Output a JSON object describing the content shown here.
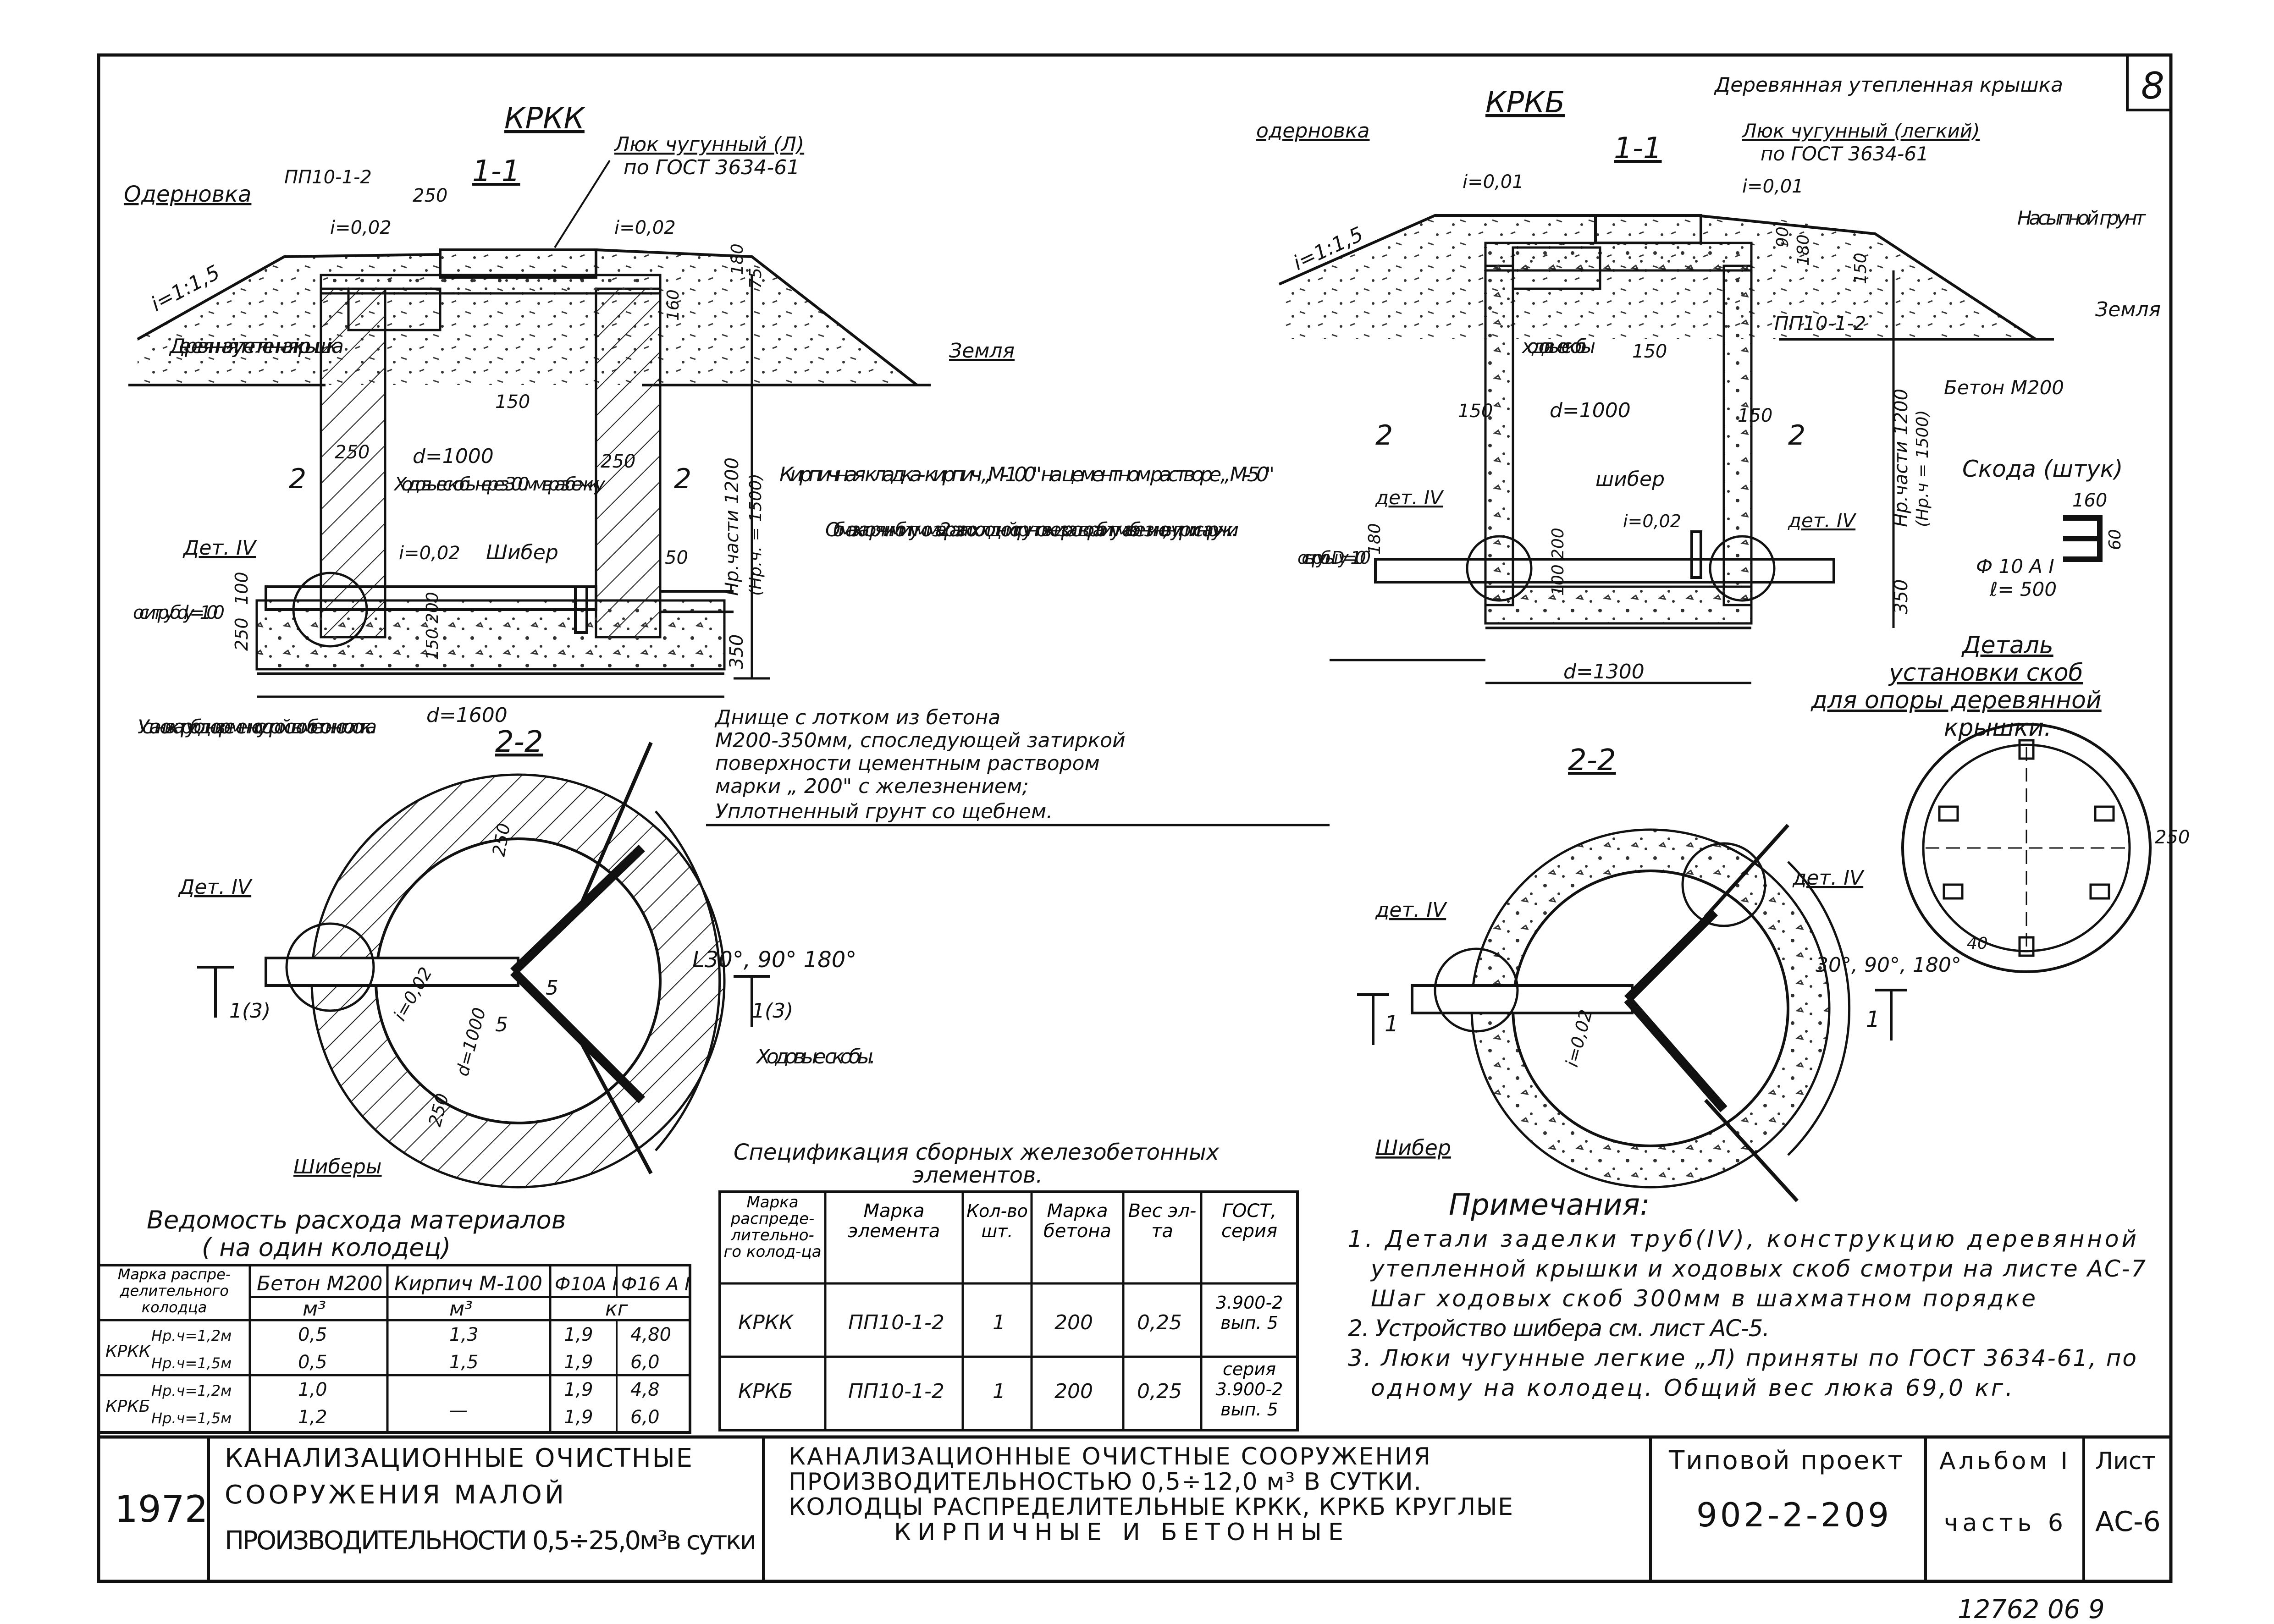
{
  "sheet_number": "8",
  "left_section": {
    "title": "КРКК",
    "cut_label": "1-1",
    "top_labels": {
      "sod": "Одерновка",
      "slope": "i=1:1,5",
      "plate": "ПП10-1-2",
      "dim_250": "250",
      "slope_left": "i=0,02",
      "slope_right": "i=0,02",
      "hatch_cover": "Люк чугунный (Л)",
      "hatch_gost": "по ГОСТ 3634-61"
    },
    "dims": {
      "d_inner": "d=1000",
      "d_outer": "d=1600",
      "wall_left": "250",
      "wall_right": "250",
      "inner_150": "150",
      "h_200": "200",
      "h_150": "150",
      "h_50": "50",
      "h_180": "180",
      "h_75": "75",
      "h_160": "160",
      "h_100": "100",
      "h_250": "250",
      "h_350": "350",
      "depth_label": "Нр.части 1200",
      "depth_label2": "(Нр.ч. = 1500)"
    },
    "labels": {
      "wood_cover": "Деревянная утепленная крышка",
      "ground": "Земля",
      "steps": "Ходовые скобы через 300мм в разбежку",
      "slope_floor": "i=0,02",
      "gate": "Шибер",
      "det4": "Дет. IV",
      "pipe_axis": "оси труб dy=100",
      "section_mark_left": "2",
      "section_mark_right": "2",
      "masonry_note": "Кирпичная кладка- кирпич „М-100\" на цементном растворе „ М-50\"",
      "bitumen_note": "Обмазка горячим битумом за 2раза по холодной огрунтовке из раствора битума в бензине, внутри и снаружи.",
      "bottom_note_1": "Днище с лотком из бетона",
      "bottom_note_2": "М200-350мм, споследующей затиркой",
      "bottom_note_3": "поверхности цементным раствором",
      "bottom_note_4": "марки „ 200\" с железнением;",
      "bottom_note_5": "Уплотненный грунт со щебнем.",
      "pipe_install": "Установка труб одновременно с устройством бетонного лотка."
    }
  },
  "left_plan": {
    "cut_label": "2-2",
    "det4": "Дет. IV",
    "angles": "L30°, 90° 180°",
    "cut_left": "1(3)",
    "cut_right": "1(3)",
    "slope": "i=0,02",
    "d_inner": "d=1000",
    "dim_250a": "250",
    "dim_250b": "250",
    "dim_5a": "5",
    "dim_5b": "5",
    "steps": "Ходовые скобы.",
    "gates": "Шиберы"
  },
  "right_section": {
    "title": "КРКБ",
    "cut_label": "1-1",
    "labels": {
      "sod": "одерновка",
      "slope": "i=1:1,5",
      "slope_left": "i=0,01",
      "slope_right": "i=0,01",
      "wood_cover": "Деревянная утепленная крышка",
      "hatch_cover": "Люк чугунный (легкий)",
      "hatch_gost": "по ГОСТ 3634-61",
      "fill_soil": "Насыпной грунт",
      "ground": "Земля",
      "concrete": "Бетон М200",
      "plate": "ПП10-1-2",
      "steps": "ходовые скобы",
      "gate": "шибер",
      "det4_left": "дет. IV",
      "det4_right": "дет. IV",
      "pipe_axis": "ось трубы Dy=100",
      "slope_floor": "i=0,02",
      "section_mark_left": "2",
      "section_mark_right": "2",
      "depth_label": "Нр.части 1200",
      "depth_label2": "(Нр.ч = 1500)"
    },
    "dims": {
      "d_inner": "d=1000",
      "d_outer": "d=1300",
      "dim_150a": "150",
      "dim_150b": "150",
      "dim_150c": "150",
      "h_180": "180",
      "h_100": "100",
      "h_200": "200",
      "h_350": "350",
      "h_150": "150",
      "h_90": "90",
      "h_180b": "180"
    }
  },
  "step_detail": {
    "title": "Скода (штук)",
    "dim_160": "160",
    "dim_60": "60",
    "bar": "Ф 10 А I",
    "length": "ℓ= 500",
    "caption_1": "Деталь",
    "caption_2": "установки скоб",
    "caption_3": "для опоры деревянной",
    "caption_4": "крышки.",
    "dim_250": "250",
    "dim_40": "40"
  },
  "right_plan": {
    "cut_label": "2-2",
    "det4_left": "дет. IV",
    "det4_right": "дет. IV",
    "angles": "30°, 90°, 180°",
    "cut_left": "1",
    "cut_right": "1",
    "slope": "i=0,02",
    "gate": "Шибер"
  },
  "spec_table": {
    "title_1": "Спецификация сборных железобетонных",
    "title_2": "элементов.",
    "headers": [
      "Марка распреде-лительно-го колод-ца",
      "Марка элемента",
      "Кол-во шт.",
      "Марка бетона",
      "Вес эл-та",
      "ГОСТ, серия"
    ],
    "rows": [
      [
        "КРКК",
        "ПП10-1-2",
        "1",
        "200",
        "0,25",
        "3.900-2 вып. 5"
      ],
      [
        "КРКБ",
        "ПП10-1-2",
        "1",
        "200",
        "0,25",
        "серия 3.900-2 вып. 5"
      ]
    ]
  },
  "materials_table": {
    "title_1": "Ведомость расхода материалов",
    "title_2": "( на один колодец)",
    "headers": [
      "Марка распре-делительного колодца",
      "Бетон М200",
      "Кирпич М-100",
      "Ф10А I",
      "Ф16 А I"
    ],
    "units": [
      "м³",
      "м³",
      "кг"
    ],
    "rows": [
      {
        "well": "КРКК",
        "depth": "Нр.ч=1,2м",
        "concrete": "0,5",
        "brick": "1,3",
        "f10": "1,9",
        "f16": "4,80"
      },
      {
        "well": "",
        "depth": "Нр.ч=1,5м",
        "concrete": "0,5",
        "brick": "1,5",
        "f10": "1,9",
        "f16": "6,0"
      },
      {
        "well": "КРКБ",
        "depth": "Нр.ч=1,2м",
        "concrete": "1,0",
        "brick": "",
        "f10": "1,9",
        "f16": "4,8"
      },
      {
        "well": "",
        "depth": "Нр.ч=1,5м",
        "concrete": "1,2",
        "brick": "—",
        "f10": "1,9",
        "f16": "6,0"
      }
    ]
  },
  "notes": {
    "title": "Примечания:",
    "items": [
      "1. Детали заделки труб(IV), конструкцию деревянной",
      "утепленной крышки и ходовых скоб смотри на листе АС-7",
      "Шаг ходовых скоб 300мм в шахматном порядке",
      "2. Устройство шибера см. лист АС-5.",
      "3. Люки чугунные легкие „Л) приняты по ГОСТ 3634-61, по",
      "одному на колодец. Общий вес люка 69,0 кг."
    ]
  },
  "title_block": {
    "year": "1972",
    "org_1": "КАНАЛИЗАЦИОННЫЕ ОЧИСТНЫЕ",
    "org_2": "СООРУЖЕНИЯ МАЛОЙ",
    "org_3": "ПРОИЗВОДИТЕЛЬНОСТИ 0,5÷25,0м³в сутки",
    "desc_1": "КАНАЛИЗАЦИОННЫЕ ОЧИСТНЫЕ СООРУЖЕНИЯ",
    "desc_2": "ПРОИЗВОДИТЕЛЬНОСТЬЮ 0,5÷12,0 м³ В СУТКИ.",
    "desc_3": "КОЛОДЦЫ РАСПРЕДЕЛИТЕЛЬНЫЕ КРКК, КРКБ КРУГЛЫЕ",
    "desc_4": "КИРПИЧНЫЕ И БЕТОННЫЕ",
    "project_label": "Типовой проект",
    "project_no": "902-2-209",
    "album_label": "Альбом I",
    "part_label": "часть 6",
    "sheet_label": "Лист",
    "sheet_code": "АС-6"
  },
  "footer_number": "12762 06  9"
}
